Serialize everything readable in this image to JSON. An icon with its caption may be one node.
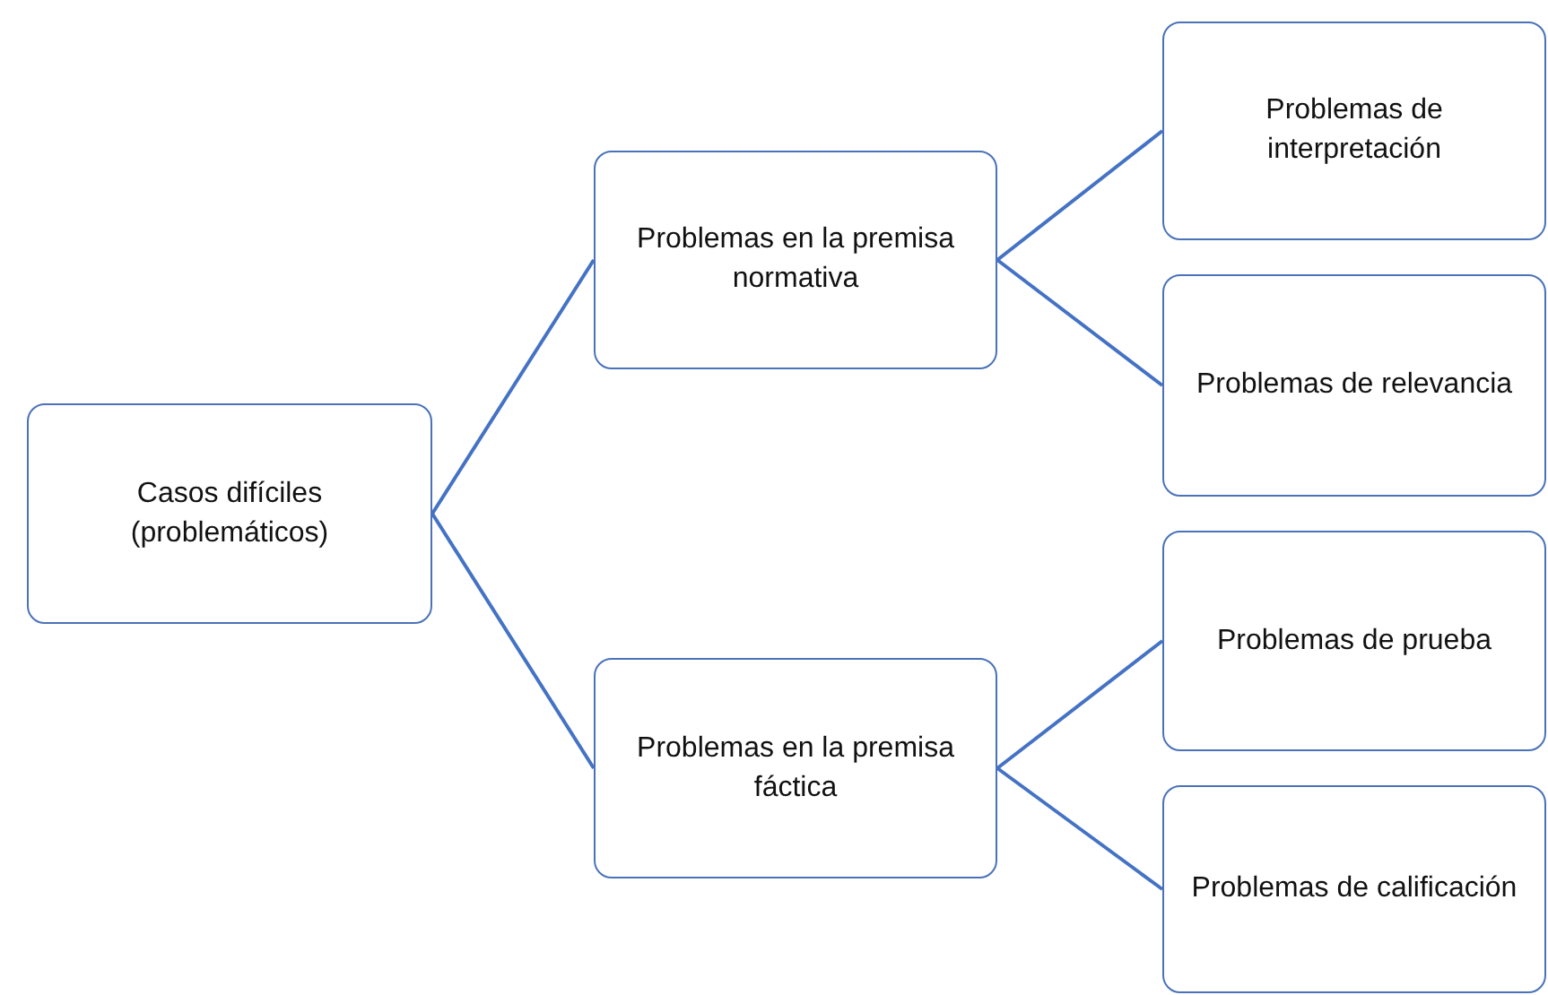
{
  "diagram": {
    "nodes": [
      {
        "text": [
          "Casos difíciles (problemáticos)"
        ]
      },
      {
        "text": [
          "Problemas en la premisa normativa"
        ]
      },
      {
        "text": [
          "Problemas en la premisa fáctica"
        ]
      },
      {
        "text": [
          "Problemas de interpretación"
        ]
      },
      {
        "text": [
          "Problemas de relevancia"
        ]
      },
      {
        "text": [
          "Problemas de prueba"
        ]
      },
      {
        "text": [
          "Problemas de calificación"
        ]
      }
    ],
    "edges": [
      {
        "from": 0,
        "to": 1,
        "arrow": "none"
      },
      {
        "from": 0,
        "to": 2,
        "arrow": "none"
      },
      {
        "from": 1,
        "to": 3,
        "arrow": "none"
      },
      {
        "from": 1,
        "to": 4,
        "arrow": "none"
      },
      {
        "from": 2,
        "to": 5,
        "arrow": "none"
      },
      {
        "from": 2,
        "to": 6,
        "arrow": "none"
      }
    ]
  }
}
